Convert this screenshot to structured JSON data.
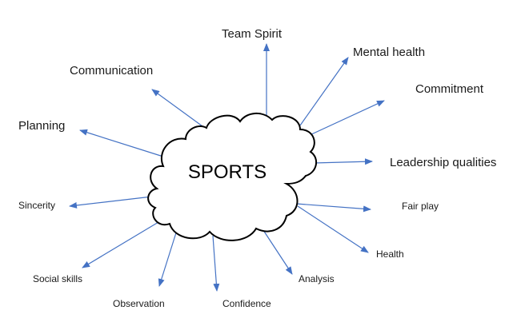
{
  "diagram": {
    "center": "SPORTS",
    "nodes": [
      {
        "id": "team-spirit",
        "label": "Team Spirit"
      },
      {
        "id": "mental-health",
        "label": "Mental health"
      },
      {
        "id": "commitment",
        "label": "Commitment"
      },
      {
        "id": "leadership-qualities",
        "label": "Leadership qualities"
      },
      {
        "id": "fair-play",
        "label": "Fair play"
      },
      {
        "id": "health",
        "label": "Health"
      },
      {
        "id": "analysis",
        "label": "Analysis"
      },
      {
        "id": "confidence",
        "label": "Confidence"
      },
      {
        "id": "observation",
        "label": "Observation"
      },
      {
        "id": "social-skills",
        "label": "Social skills"
      },
      {
        "id": "sincerity",
        "label": "Sincerity"
      },
      {
        "id": "planning",
        "label": "Planning"
      },
      {
        "id": "communication",
        "label": "Communication"
      }
    ],
    "arrow_color": "#4472c4",
    "cloud_stroke": "#000000"
  }
}
